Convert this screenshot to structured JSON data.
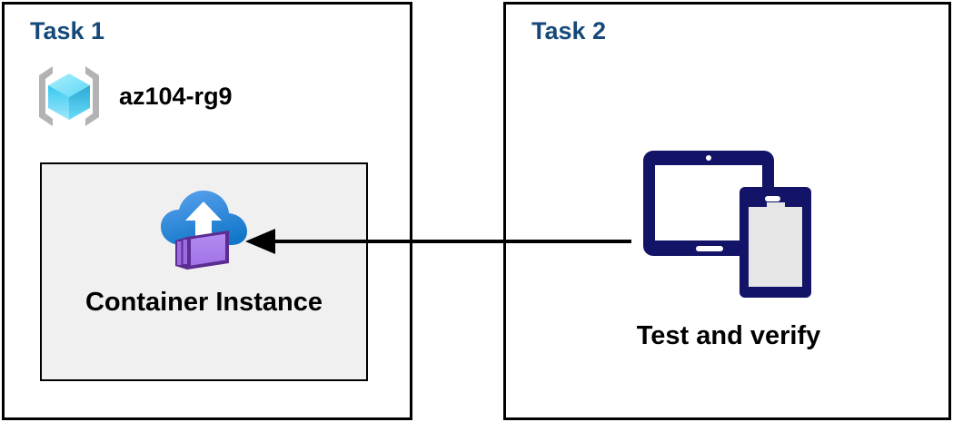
{
  "diagram": {
    "title_color": "#15497a",
    "panels": [
      {
        "id": "task1",
        "title": "Task 1",
        "resource_group": {
          "label": "az104-rg9",
          "icon": "resource-group-icon"
        },
        "resource": {
          "label": "Container Instance",
          "icon": "container-instance-icon",
          "box_fill": "#f0f0f0"
        }
      },
      {
        "id": "task2",
        "title": "Task 2",
        "action": {
          "label": "Test and verify",
          "icon": "devices-tablet-phone-icon",
          "icon_color": "#131368"
        }
      }
    ],
    "connector": {
      "name": "flow-arrow",
      "direction": "right-to-left",
      "color": "#000000"
    }
  }
}
